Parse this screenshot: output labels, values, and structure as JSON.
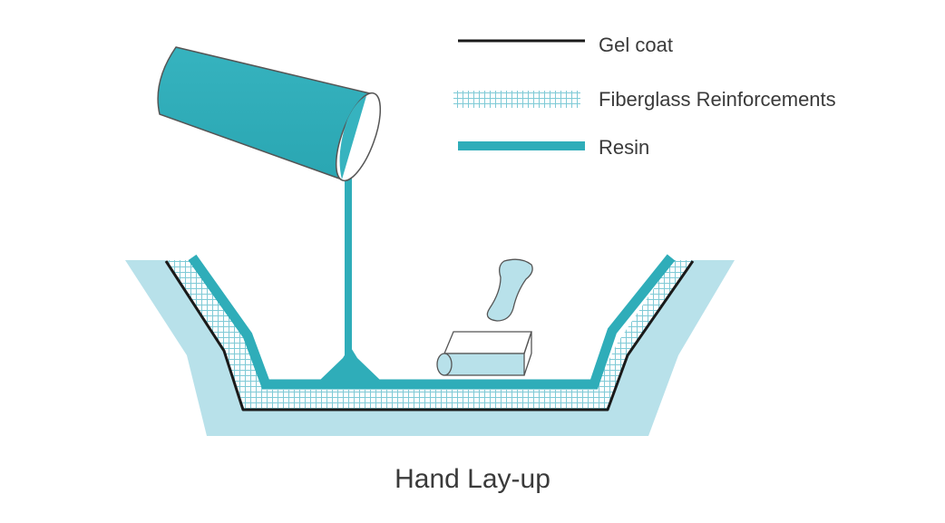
{
  "legend": {
    "items": [
      {
        "id": "gel-coat",
        "label": "Gel coat",
        "color": "#1a1a1a"
      },
      {
        "id": "fiberglass",
        "label": "Fiberglass Reinforcements",
        "color": "#6fc3cf"
      },
      {
        "id": "resin",
        "label": "Resin",
        "color": "#2fadb9"
      }
    ]
  },
  "caption": "Hand Lay-up",
  "colors": {
    "mold": "#b8e1ea",
    "resin": "#2fadb9",
    "fiber": "#7fcad6",
    "gel": "#1a1a1a",
    "tool": "#b8e1ea",
    "tool_outline": "#555555"
  }
}
